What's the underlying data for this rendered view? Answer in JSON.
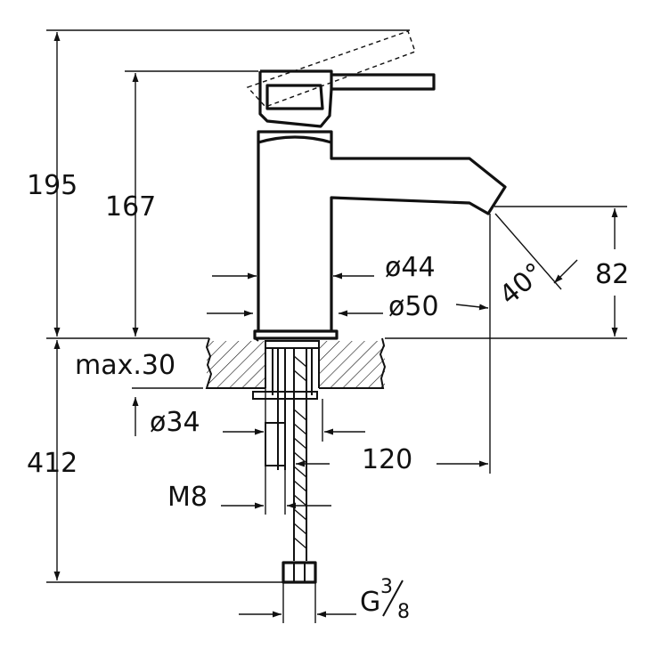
{
  "dimensions": {
    "total_height": "195",
    "spout_height": "167",
    "body_diameter_top": "ø44",
    "body_diameter_base": "ø50",
    "spout_angle": "40°",
    "outlet_height": "82",
    "max_thickness": "max.30",
    "hole_diameter": "ø34",
    "hose_length": "412",
    "spout_reach": "120",
    "thread": "M8",
    "connection_base": "G",
    "connection_num": "3",
    "connection_den": "8"
  },
  "colors": {
    "ink": "#111111",
    "background": "#ffffff"
  }
}
